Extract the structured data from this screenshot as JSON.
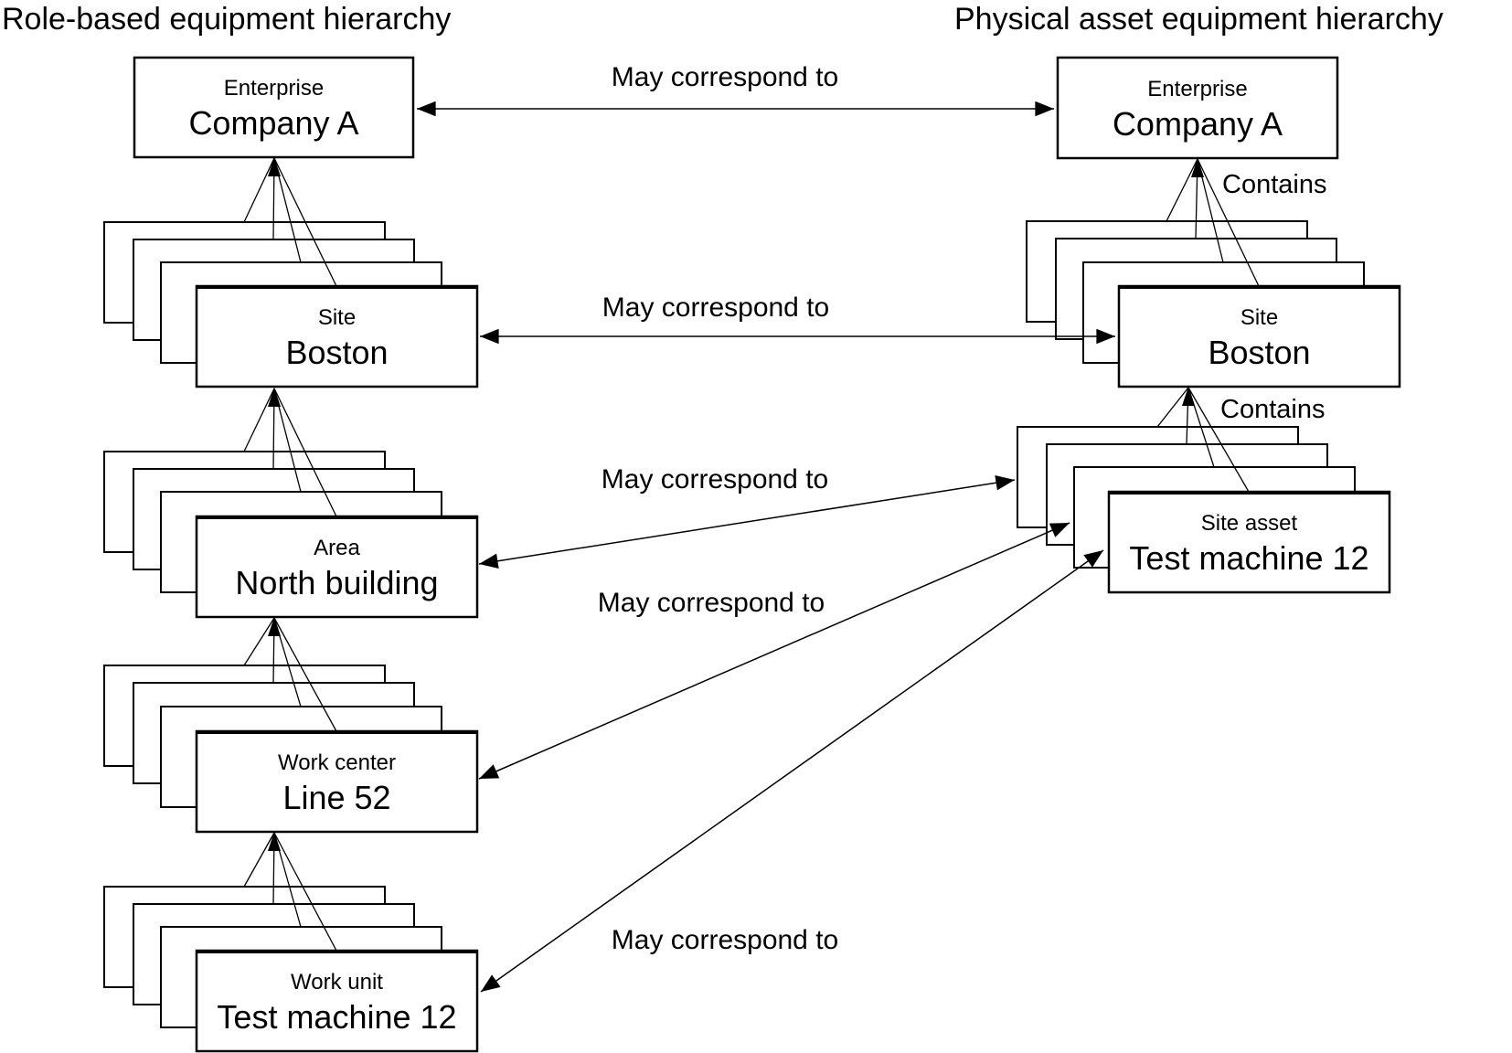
{
  "titles": {
    "left": "Role-based equipment hierarchy",
    "right": "Physical asset equipment hierarchy"
  },
  "nodes": {
    "left_enterprise": {
      "type": "Enterprise",
      "name": "Company A"
    },
    "left_site": {
      "type": "Site",
      "name": "Boston"
    },
    "left_area": {
      "type": "Area",
      "name": "North building"
    },
    "left_work_center": {
      "type": "Work center",
      "name": "Line 52"
    },
    "left_work_unit": {
      "type": "Work unit",
      "name": "Test machine 12"
    },
    "right_enterprise": {
      "type": "Enterprise",
      "name": "Company A"
    },
    "right_site": {
      "type": "Site",
      "name": "Boston"
    },
    "right_site_asset": {
      "type": "Site asset",
      "name": "Test machine 12"
    }
  },
  "edge_labels": {
    "may_correspond_to": "May correspond to",
    "contains": "Contains"
  },
  "colors": {
    "line": "#000000",
    "box_fill": "#ffffff",
    "text": "#000000",
    "background": "#ffffff"
  }
}
